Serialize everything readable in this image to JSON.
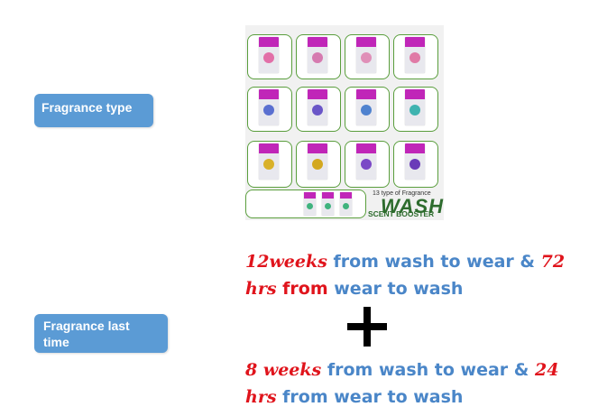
{
  "labels": {
    "fragrance_type": "Fragrance type",
    "fragrance_last_time": "Fragrance last time"
  },
  "product_panel": {
    "caption_small": "13 type of Fragrance",
    "caption_big": "WASH",
    "caption_sub": "SCENT BOOSTER",
    "flower_colors": [
      [
        "#e26fa8",
        "#d67ab0",
        "#e08fb8",
        "#e07aa6"
      ],
      [
        "#5a6fd0",
        "#6a56c8",
        "#4f82cf",
        "#3fb3b0"
      ],
      [
        "#d9b12a",
        "#d3a81f",
        "#7b48c6",
        "#6a3bb8"
      ]
    ]
  },
  "facts": [
    {
      "num1": "12",
      "unit1": "weeks",
      "mid": " from wash to wear & ",
      "num2": "72",
      "unit2": "hrs",
      "tail_from": " from ",
      "tail": "wear to wash"
    },
    {
      "num1": "8 ",
      "unit1": "weeks",
      "mid": " from wash to wear & ",
      "num2": "24",
      "unit2": "hrs",
      "tail_from": " from ",
      "tail": "wear to wash"
    }
  ],
  "colors": {
    "label_bg": "#5b9bd5",
    "accent_red": "#e0141c",
    "text_blue": "#4a86c8",
    "cell_border": "#5a9e3d"
  }
}
